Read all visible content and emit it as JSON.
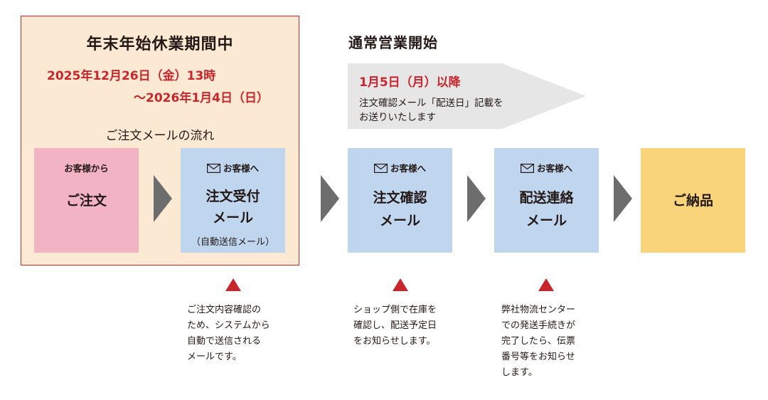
{
  "holiday": {
    "title": "年末年始休業期間中",
    "line1": "2025年12月26日（金）13時",
    "line2": "～2026年1月4日（日）",
    "flow_label": "ご注文メールの流れ"
  },
  "normal": {
    "title": "通常営業開始",
    "date": "1月5日（月）以降",
    "note_line1": "注文確認メール「配送日」記載を",
    "note_line2": "お送りいたします"
  },
  "boxes": [
    {
      "top": "お客様から",
      "main1": "ご注文",
      "main2": "",
      "sub": "",
      "icon": ""
    },
    {
      "top": "お客様へ",
      "main1": "注文受付",
      "main2": "メール",
      "sub": "（自動送信メール）",
      "icon": "mail-icon"
    },
    {
      "top": "お客様へ",
      "main1": "注文確認",
      "main2": "メール",
      "sub": "",
      "icon": "mail-icon"
    },
    {
      "top": "お客様へ",
      "main1": "配送連絡",
      "main2": "メール",
      "sub": "",
      "icon": "mail-icon"
    },
    {
      "top": "",
      "main1": "ご納品",
      "main2": "",
      "sub": "",
      "icon": ""
    }
  ],
  "notes": [
    [
      "ご注文内容確認の",
      "ため、システムから",
      "自動で送信される",
      "メールです。"
    ],
    [
      "ショップ側で在庫を",
      "確認し、配送予定日",
      "をお知らせします。"
    ],
    [
      "弊社物流センター",
      "での発送手続きが",
      "完了したら、伝票",
      "番号等をお知らせ",
      "します。"
    ]
  ],
  "colors": {
    "red": "#c8252c",
    "pink": "#f2b3c4",
    "blue": "#bfd6ee",
    "yellow": "#f9d47a",
    "panel": "#fbe9d3",
    "arrow": "#6d6d6d"
  }
}
